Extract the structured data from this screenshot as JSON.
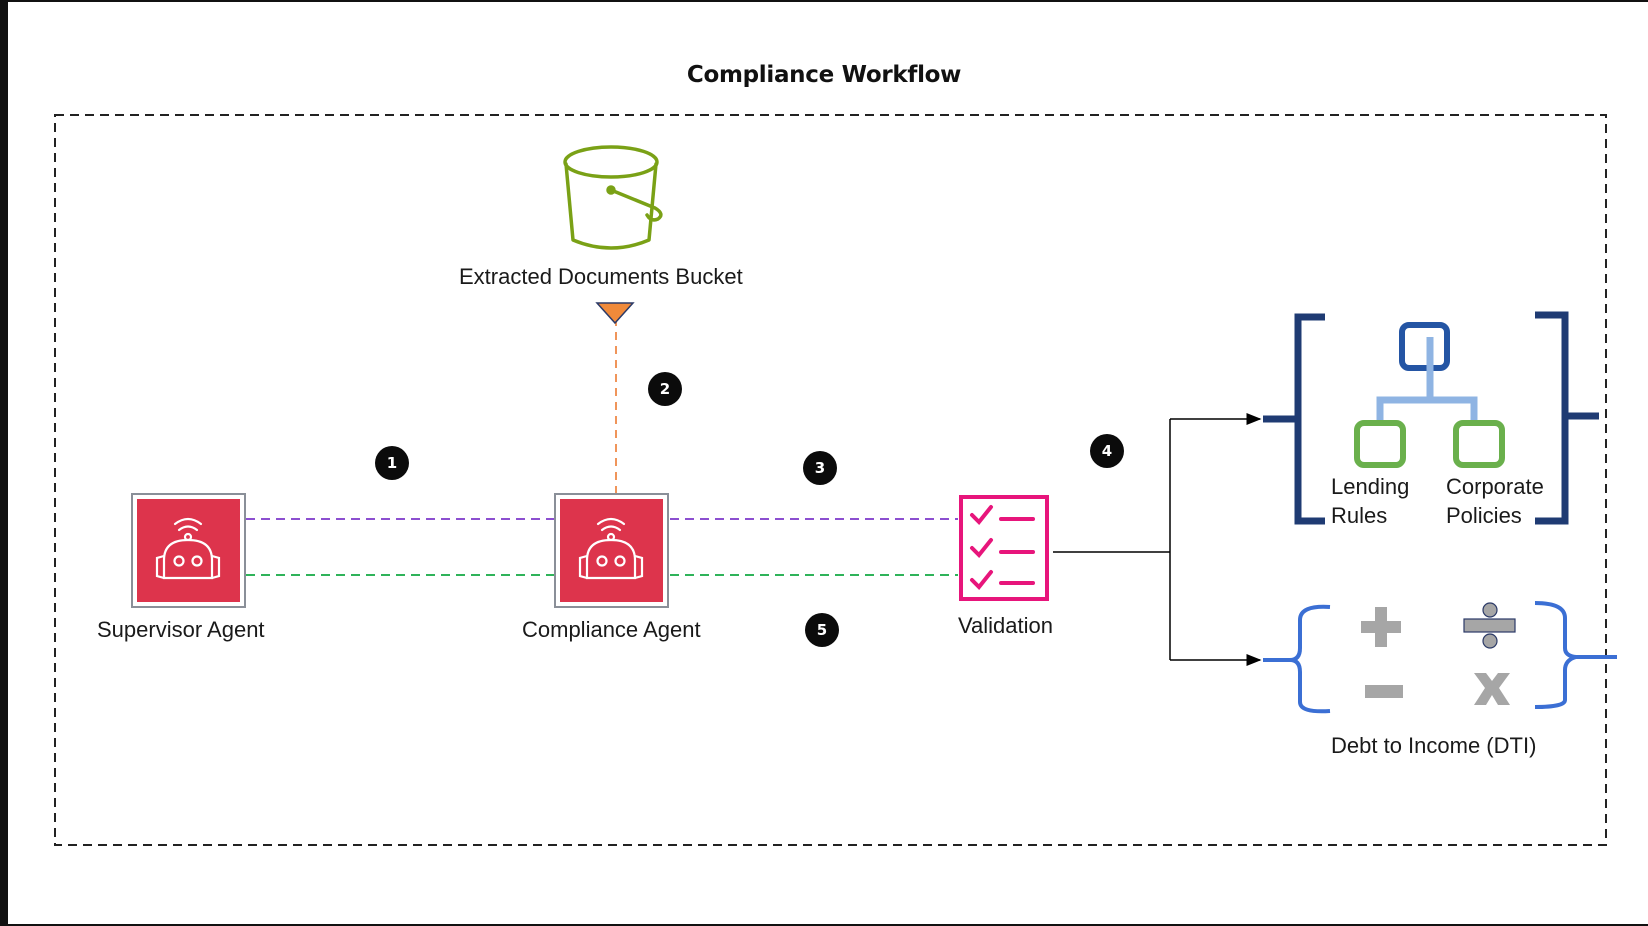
{
  "diagram": {
    "title": "Compliance Workflow",
    "nodes": {
      "supervisor": {
        "label": "Supervisor Agent",
        "icon": "robot-agent-icon"
      },
      "compliance": {
        "label": "Compliance Agent",
        "icon": "robot-agent-icon"
      },
      "bucket": {
        "label": "Extracted Documents Bucket",
        "icon": "s3-bucket-icon"
      },
      "validation": {
        "label": "Validation",
        "icon": "checklist-icon"
      },
      "rules": {
        "icon": "hierarchy-icon",
        "items": [
          {
            "line1": "Lending",
            "line2": "Rules"
          },
          {
            "line1": "Corporate",
            "line2": "Policies"
          }
        ]
      },
      "dti": {
        "label": "Debt to Income (DTI)",
        "icon": "math-operators-icon"
      }
    },
    "steps": [
      "1",
      "2",
      "3",
      "4",
      "5"
    ],
    "edges": [
      {
        "from": "Supervisor Agent",
        "to": "Compliance Agent",
        "style": "dashed",
        "color": "#8c4fd0"
      },
      {
        "from": "Compliance Agent",
        "to": "Supervisor Agent",
        "style": "dashed",
        "color": "#2fb35a"
      },
      {
        "from": "Compliance Agent",
        "to": "Extracted Documents Bucket",
        "style": "dashed",
        "color": "#f0955a"
      },
      {
        "from": "Compliance Agent",
        "to": "Validation",
        "style": "dashed",
        "color": "#8c4fd0"
      },
      {
        "from": "Validation",
        "to": "Compliance Agent",
        "style": "dashed",
        "color": "#2fb35a"
      },
      {
        "from": "Validation",
        "to": "Lending Rules / Corporate Policies",
        "style": "solid",
        "color": "#000000"
      },
      {
        "from": "Validation",
        "to": "Debt to Income (DTI)",
        "style": "solid",
        "color": "#000000"
      }
    ],
    "colors": {
      "agent_red": "#dd344c",
      "bucket_green": "#7aa116",
      "validation_pink": "#e7157b",
      "bracket_navy": "#1f3b73",
      "brace_blue": "#3b6fd4",
      "policy_green": "#6ab04c",
      "operator_gray": "#a6a6a6"
    }
  }
}
